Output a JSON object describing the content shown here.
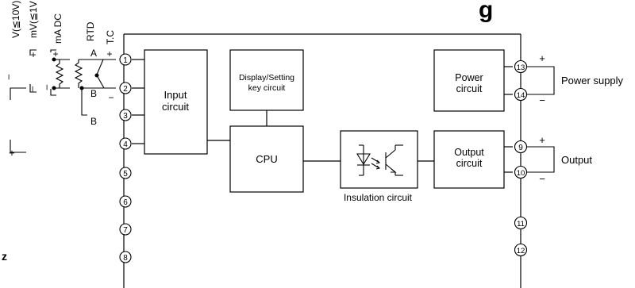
{
  "title": "g",
  "frame_letter": "z",
  "signal_types": {
    "voltage": "V(≦10V)",
    "millivolt": "mV(≦1V",
    "current": "mA DC",
    "rtd": "RTD",
    "thermocouple": "T.C"
  },
  "rtd_terminals": {
    "a": "A",
    "b1": "B",
    "b2": "B"
  },
  "polarity": {
    "plus": "+",
    "minus": "−",
    "minus_left": "–"
  },
  "terminals_left": [
    "1",
    "2",
    "3",
    "4",
    "5",
    "6",
    "7",
    "8"
  ],
  "terminals_right": [
    "13",
    "14",
    "9",
    "10",
    "11",
    "12"
  ],
  "blocks": {
    "input_circuit": [
      "Input",
      "circuit"
    ],
    "display_setting": [
      "Display/Setting",
      "key circuit"
    ],
    "cpu": "CPU",
    "insulation": "Insulation circuit",
    "power_circuit": [
      "Power",
      "circuit"
    ],
    "output_circuit": [
      "Output",
      "circuit"
    ]
  },
  "external_labels": {
    "power_supply": "Power supply",
    "output": "Output"
  }
}
